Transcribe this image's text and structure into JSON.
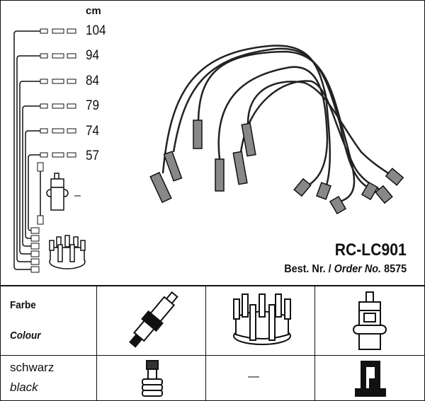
{
  "diagram": {
    "unit_label": "cm",
    "lengths": [
      "104",
      "94",
      "84",
      "79",
      "74",
      "57"
    ],
    "coil_dash": "–"
  },
  "product": {
    "code": "RC-LC901",
    "order_prefix": "Best. Nr. /",
    "order_label": "Order No.",
    "order_number": "8575"
  },
  "table": {
    "header_de": "Farbe",
    "header_en": "Colour",
    "color_de": "schwarz",
    "color_en": "black",
    "distributor_value": "—"
  },
  "colors": {
    "ink": "#111111",
    "background": "#ffffff"
  }
}
